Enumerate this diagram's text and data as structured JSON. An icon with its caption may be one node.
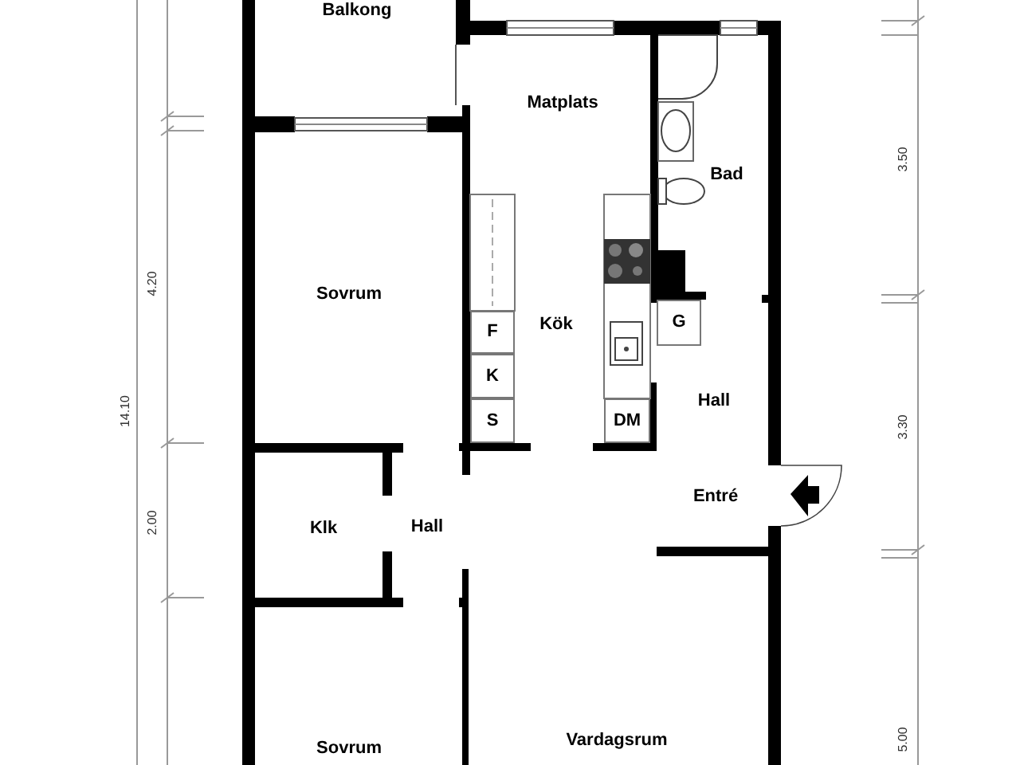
{
  "diagram": {
    "nodes": [
      {
        "text": [
          "F"
        ]
      },
      {
        "text": [
          "K"
        ]
      },
      {
        "text": [
          "S"
        ]
      },
      {
        "text": [
          "G"
        ]
      },
      {
        "text": [
          "DM"
        ]
      }
    ],
    "labels": [
      "Balkong",
      "Matplats",
      "Bad",
      "Sovrum",
      "Kök",
      "Hall",
      "Entré",
      "Klk",
      "Hall",
      "Vardagsrum",
      "Sovrum",
      "14.10",
      "4.20",
      "2.00",
      "3.50",
      "3.30",
      "5.00"
    ]
  }
}
